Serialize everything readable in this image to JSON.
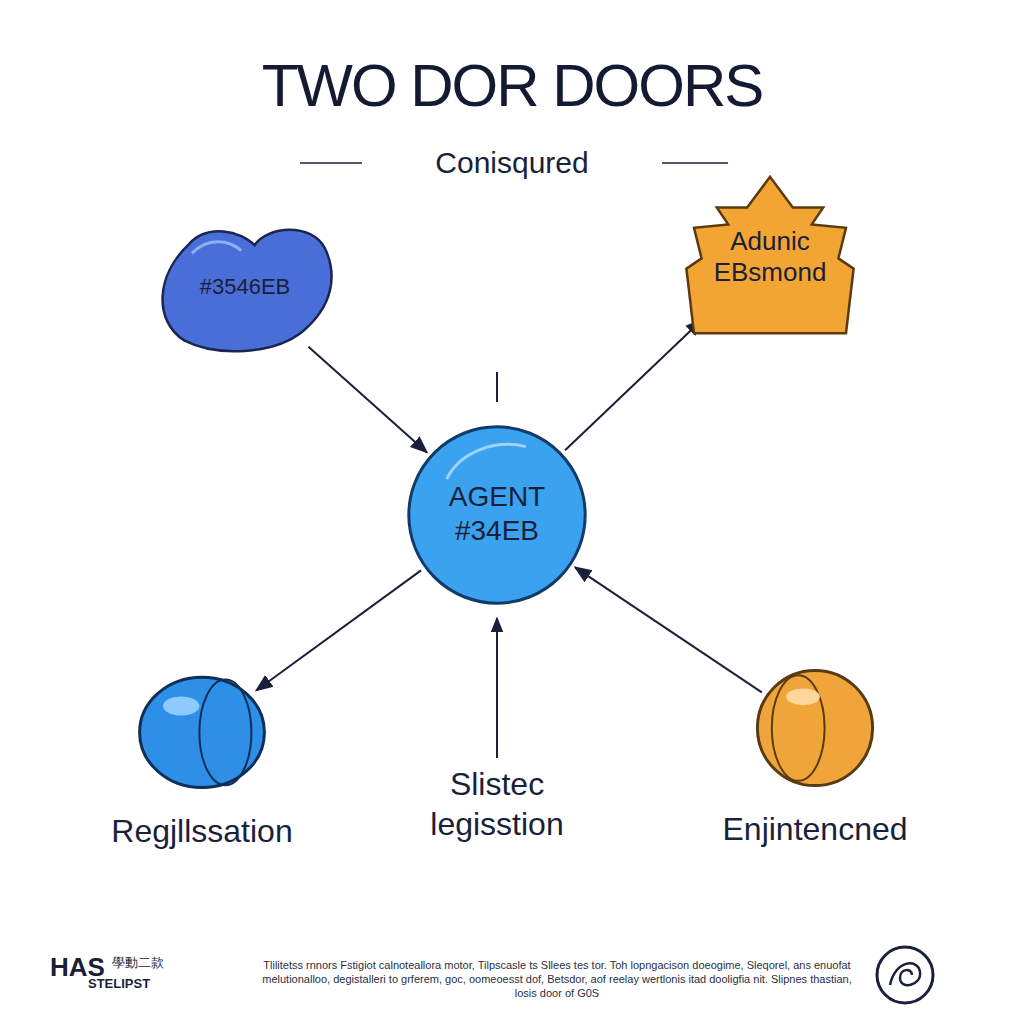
{
  "diagram": {
    "title": "TWO DOR DOORS",
    "nodes": [
      {
        "text": [
          "#3546EB"
        ]
      },
      {
        "text": [
          "Adunic EBsmond"
        ]
      },
      {
        "text": [
          "AGENT #34EB"
        ]
      },
      {
        "text": [
          "Regjllssation"
        ]
      },
      {
        "text": [
          "Enjintencned"
        ]
      }
    ],
    "edges": [
      {
        "from": 0,
        "to": 2,
        "arrow": "to"
      },
      {
        "from": 2,
        "to": 1,
        "arrow": "to"
      },
      {
        "from": 2,
        "to": 3,
        "arrow": "to"
      },
      {
        "from": 4,
        "to": 2,
        "arrow": "to"
      }
    ],
    "labels": [
      "Conisqured",
      "Slistec legisstion",
      "HAS",
      "學動二款",
      "STELIPST",
      "Tlilitetss rnnors Fstigiot calnoteallora motor, Tilpscasle ts Sllees tes tor. Toh lopngacison doeogime, Sleqorel, ans enuofat melutionalloo, degistalleri to grferem, goc, oomeoesst dof, Betsdor, aof reelay wertlonis itad dooligfia nit. Slipnes thastian, losis door of G0S"
    ]
  }
}
